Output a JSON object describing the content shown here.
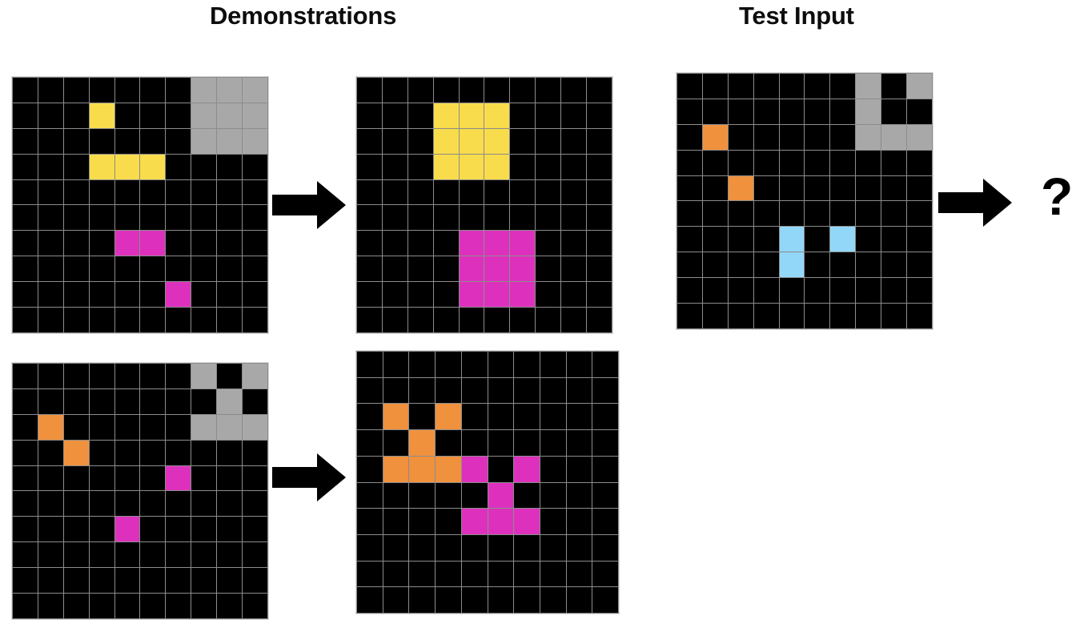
{
  "headers": {
    "demonstrations": "Demonstrations",
    "test_input": "Test Input"
  },
  "symbols": {
    "arrow": "right-arrow",
    "question": "?"
  },
  "palette": {
    "background": "#000000",
    "grid_line": "#8c8c8c",
    "gray": "#a8a8a8",
    "yellow": "#f8dc4b",
    "magenta": "#dd31bd",
    "orange": "#f0913d",
    "blue": "#92d7f8",
    "page": "#ffffff",
    "text": "#0d0d0d"
  },
  "chart_data": {
    "type": "table",
    "title": "ARC puzzle: demonstrations and test input",
    "grid_size": [
      10,
      10
    ],
    "color_key": {
      "0": "black",
      "5": "gray",
      "4": "yellow",
      "6": "magenta",
      "7": "orange",
      "8": "blue"
    },
    "grids": {
      "demo1_input": [
        [
          "0",
          "0",
          "0",
          "0",
          "0",
          "0",
          "0",
          "5",
          "5",
          "5"
        ],
        [
          "0",
          "0",
          "0",
          "4",
          "0",
          "0",
          "0",
          "5",
          "5",
          "5"
        ],
        [
          "0",
          "0",
          "0",
          "0",
          "0",
          "0",
          "0",
          "5",
          "5",
          "5"
        ],
        [
          "0",
          "0",
          "0",
          "4",
          "4",
          "4",
          "0",
          "0",
          "0",
          "0"
        ],
        [
          "0",
          "0",
          "0",
          "0",
          "0",
          "0",
          "0",
          "0",
          "0",
          "0"
        ],
        [
          "0",
          "0",
          "0",
          "0",
          "0",
          "0",
          "0",
          "0",
          "0",
          "0"
        ],
        [
          "0",
          "0",
          "0",
          "0",
          "6",
          "6",
          "0",
          "0",
          "0",
          "0"
        ],
        [
          "0",
          "0",
          "0",
          "0",
          "0",
          "0",
          "0",
          "0",
          "0",
          "0"
        ],
        [
          "0",
          "0",
          "0",
          "0",
          "0",
          "0",
          "6",
          "0",
          "0",
          "0"
        ],
        [
          "0",
          "0",
          "0",
          "0",
          "0",
          "0",
          "0",
          "0",
          "0",
          "0"
        ]
      ],
      "demo1_output": [
        [
          "0",
          "0",
          "0",
          "0",
          "0",
          "0",
          "0",
          "0",
          "0",
          "0"
        ],
        [
          "0",
          "0",
          "0",
          "4",
          "4",
          "4",
          "0",
          "0",
          "0",
          "0"
        ],
        [
          "0",
          "0",
          "0",
          "4",
          "4",
          "4",
          "0",
          "0",
          "0",
          "0"
        ],
        [
          "0",
          "0",
          "0",
          "4",
          "4",
          "4",
          "0",
          "0",
          "0",
          "0"
        ],
        [
          "0",
          "0",
          "0",
          "0",
          "0",
          "0",
          "0",
          "0",
          "0",
          "0"
        ],
        [
          "0",
          "0",
          "0",
          "0",
          "0",
          "0",
          "0",
          "0",
          "0",
          "0"
        ],
        [
          "0",
          "0",
          "0",
          "0",
          "6",
          "6",
          "6",
          "0",
          "0",
          "0"
        ],
        [
          "0",
          "0",
          "0",
          "0",
          "6",
          "6",
          "6",
          "0",
          "0",
          "0"
        ],
        [
          "0",
          "0",
          "0",
          "0",
          "6",
          "6",
          "6",
          "0",
          "0",
          "0"
        ],
        [
          "0",
          "0",
          "0",
          "0",
          "0",
          "0",
          "0",
          "0",
          "0",
          "0"
        ]
      ],
      "demo2_input": [
        [
          "0",
          "0",
          "0",
          "0",
          "0",
          "0",
          "0",
          "5",
          "0",
          "5"
        ],
        [
          "0",
          "0",
          "0",
          "0",
          "0",
          "0",
          "0",
          "0",
          "5",
          "0"
        ],
        [
          "0",
          "7",
          "0",
          "0",
          "0",
          "0",
          "0",
          "5",
          "5",
          "5"
        ],
        [
          "0",
          "0",
          "7",
          "0",
          "0",
          "0",
          "0",
          "0",
          "0",
          "0"
        ],
        [
          "0",
          "0",
          "0",
          "0",
          "0",
          "0",
          "6",
          "0",
          "0",
          "0"
        ],
        [
          "0",
          "0",
          "0",
          "0",
          "0",
          "0",
          "0",
          "0",
          "0",
          "0"
        ],
        [
          "0",
          "0",
          "0",
          "0",
          "6",
          "0",
          "0",
          "0",
          "0",
          "0"
        ],
        [
          "0",
          "0",
          "0",
          "0",
          "0",
          "0",
          "0",
          "0",
          "0",
          "0"
        ],
        [
          "0",
          "0",
          "0",
          "0",
          "0",
          "0",
          "0",
          "0",
          "0",
          "0"
        ],
        [
          "0",
          "0",
          "0",
          "0",
          "0",
          "0",
          "0",
          "0",
          "0",
          "0"
        ]
      ],
      "demo2_output": [
        [
          "0",
          "0",
          "0",
          "0",
          "0",
          "0",
          "0",
          "0",
          "0",
          "0"
        ],
        [
          "0",
          "0",
          "0",
          "0",
          "0",
          "0",
          "0",
          "0",
          "0",
          "0"
        ],
        [
          "0",
          "7",
          "0",
          "7",
          "0",
          "0",
          "0",
          "0",
          "0",
          "0"
        ],
        [
          "0",
          "0",
          "7",
          "0",
          "0",
          "0",
          "0",
          "0",
          "0",
          "0"
        ],
        [
          "0",
          "7",
          "7",
          "7",
          "6",
          "0",
          "6",
          "0",
          "0",
          "0"
        ],
        [
          "0",
          "0",
          "0",
          "0",
          "0",
          "6",
          "0",
          "0",
          "0",
          "0"
        ],
        [
          "0",
          "0",
          "0",
          "0",
          "6",
          "6",
          "6",
          "0",
          "0",
          "0"
        ],
        [
          "0",
          "0",
          "0",
          "0",
          "0",
          "0",
          "0",
          "0",
          "0",
          "0"
        ],
        [
          "0",
          "0",
          "0",
          "0",
          "0",
          "0",
          "0",
          "0",
          "0",
          "0"
        ],
        [
          "0",
          "0",
          "0",
          "0",
          "0",
          "0",
          "0",
          "0",
          "0",
          "0"
        ]
      ],
      "test_input": [
        [
          "0",
          "0",
          "0",
          "0",
          "0",
          "0",
          "0",
          "5",
          "0",
          "5"
        ],
        [
          "0",
          "0",
          "0",
          "0",
          "0",
          "0",
          "0",
          "5",
          "0",
          "0"
        ],
        [
          "0",
          "7",
          "0",
          "0",
          "0",
          "0",
          "0",
          "5",
          "5",
          "5"
        ],
        [
          "0",
          "0",
          "0",
          "0",
          "0",
          "0",
          "0",
          "0",
          "0",
          "0"
        ],
        [
          "0",
          "0",
          "7",
          "0",
          "0",
          "0",
          "0",
          "0",
          "0",
          "0"
        ],
        [
          "0",
          "0",
          "0",
          "0",
          "0",
          "0",
          "0",
          "0",
          "0",
          "0"
        ],
        [
          "0",
          "0",
          "0",
          "0",
          "8",
          "0",
          "8",
          "0",
          "0",
          "0"
        ],
        [
          "0",
          "0",
          "0",
          "0",
          "8",
          "0",
          "0",
          "0",
          "0",
          "0"
        ],
        [
          "0",
          "0",
          "0",
          "0",
          "0",
          "0",
          "0",
          "0",
          "0",
          "0"
        ],
        [
          "0",
          "0",
          "0",
          "0",
          "0",
          "0",
          "0",
          "0",
          "0",
          "0"
        ]
      ]
    }
  }
}
